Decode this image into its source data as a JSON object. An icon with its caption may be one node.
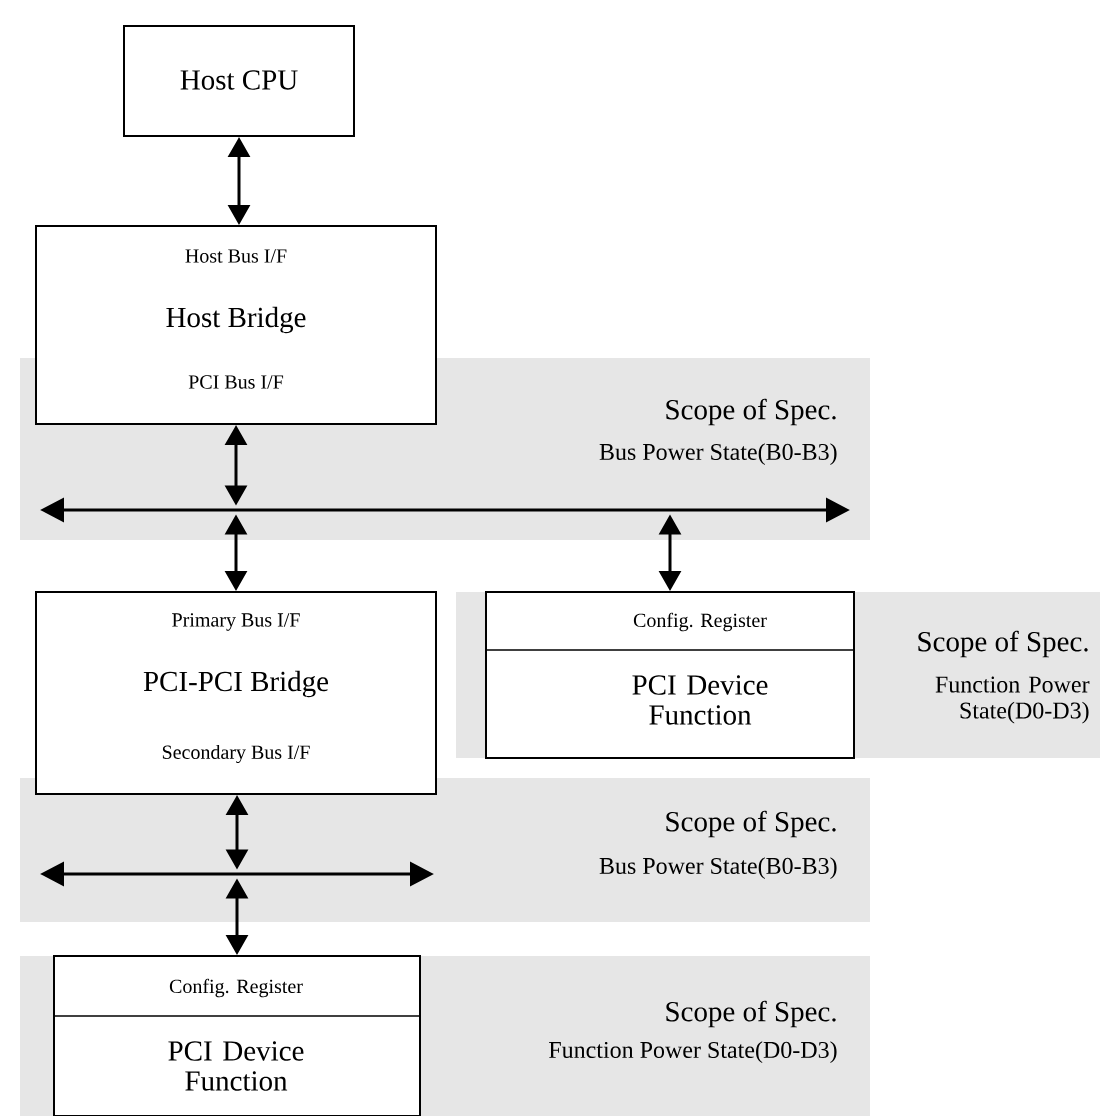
{
  "diagram": {
    "nodes": [
      {
        "text": [
          "Host CPU"
        ]
      },
      {
        "text": [
          "Host Bus I/F",
          "Host Bridge",
          "PCI Bus I/F"
        ]
      },
      {
        "text": [
          "Scope of Spec.",
          "Bus Power State(B0-B3)"
        ]
      },
      {
        "text": [],
        "shape": "bar",
        "in": 2
      },
      {
        "text": [
          "Primary Bus I/F",
          "PCI-PCI Bridge",
          "Secondary Bus I/F"
        ]
      },
      {
        "text": [
          "Scope of Spec.",
          "Function Power State(D0-D3)"
        ]
      },
      {
        "text": [
          "Config. Register",
          "PCI Device Function"
        ],
        "in": 5
      },
      {
        "text": [
          "Scope of Spec.",
          "Bus Power State(B0-B3)"
        ]
      },
      {
        "text": [],
        "shape": "bar",
        "in": 7
      },
      {
        "text": [
          "Scope of Spec.",
          "Function Power State(D0-D3)"
        ]
      },
      {
        "text": [
          "Config. Register",
          "PCI Device Function"
        ],
        "in": 9
      }
    ],
    "edges": [
      {
        "from": 0,
        "to": 1,
        "arrow": "both"
      },
      {
        "from": 1,
        "to": 3,
        "arrow": "both"
      },
      {
        "from": 3,
        "to": 4,
        "arrow": "both"
      },
      {
        "from": 3,
        "to": 6,
        "arrow": "both"
      },
      {
        "from": 4,
        "to": 8,
        "arrow": "both"
      },
      {
        "from": 8,
        "to": 10,
        "arrow": "both"
      }
    ]
  }
}
